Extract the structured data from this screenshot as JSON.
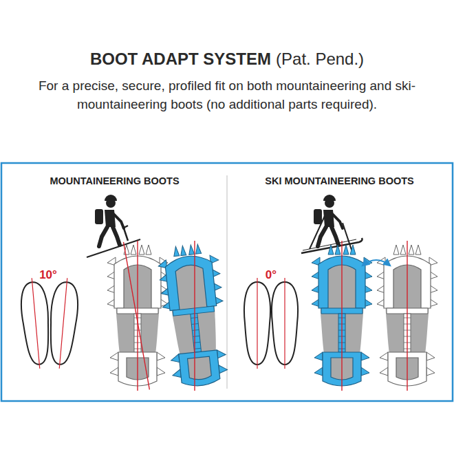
{
  "diagram": {
    "title": "BOOT ADAPT SYSTEM",
    "nodes": [
      {
        "text": [
          "MOUNTAINEERING BOOTS"
        ]
      },
      {
        "text": [
          "SKI MOUNTAINEERING BOOTS"
        ]
      }
    ],
    "labels": [
      "(Pat. Pend.)",
      "For a precise, secure, profiled fit on both mountaineering and ski-mountaineering boots (no additional parts required).",
      "10°",
      "0°"
    ]
  }
}
